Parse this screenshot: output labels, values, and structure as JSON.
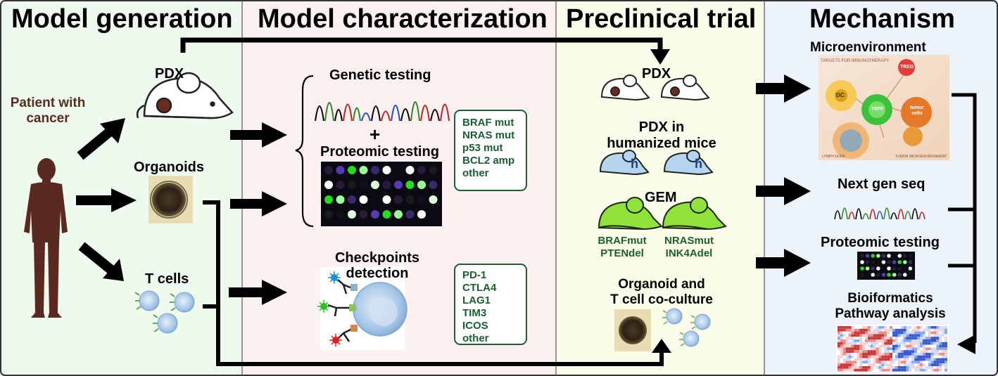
{
  "sections": [
    {
      "title": "Model generation",
      "color": "#eefaee"
    },
    {
      "title": "Model characterization",
      "color": "#fdf0f0"
    },
    {
      "title": "Preclinical trial",
      "color": "#fcfcea"
    },
    {
      "title": "Mechanism",
      "color": "#edf3fb"
    }
  ],
  "generation": {
    "patient_line1": "Patient with",
    "patient_line2": "cancer",
    "pdx": "PDX",
    "organoids": "Organoids",
    "tcells": "T cells"
  },
  "characterization": {
    "genetic": "Genetic testing",
    "plus": "+",
    "proteomic": "Proteomic testing",
    "checkpoints_line1": "Checkpoints",
    "checkpoints_line2": "detection",
    "mutations": [
      "BRAF mut",
      "NRAS mut",
      "p53 mut",
      "BCL2 amp",
      "other"
    ],
    "checkpoint_list": [
      "PD-1",
      "CTLA4",
      "LAG1",
      "TIM3",
      "ICOS",
      "other"
    ]
  },
  "preclinical": {
    "pdx": "PDX",
    "humanized_line1": "PDX in",
    "humanized_line2": "humanized mice",
    "mouse_h": "h",
    "gem": "GEM",
    "gem1_line1": "BRAFmut",
    "gem1_line2": "PTENdel",
    "gem2_line1": "NRASmut",
    "gem2_line2": "INK4Adel",
    "coculture_line1": "Organoid and",
    "coculture_line2": "T cell co-culture"
  },
  "mechanism": {
    "microenvironment": "Microenvironment",
    "nextgen": "Next gen seq",
    "proteomic": "Proteomic testing",
    "bioinf_line1": "Bioiformatics",
    "bioinf_line2": "Pathway analysis",
    "tme": {
      "header": "TARGETS FOR IMMUNOTHERAPY",
      "treg": "TREG",
      "dc": "DC",
      "teff": "TEFF",
      "tumor1": "tumor",
      "tumor2": "cells",
      "lymph": "LYMPH NODE",
      "micro": "TUMOR MICROENVIRONMENT"
    }
  },
  "colors": {
    "gem_mouse": "#8ee23a",
    "humanized_mouse": "#b5d4ee",
    "gene_text": "#1b5e32",
    "patient": "#5a2a20"
  }
}
